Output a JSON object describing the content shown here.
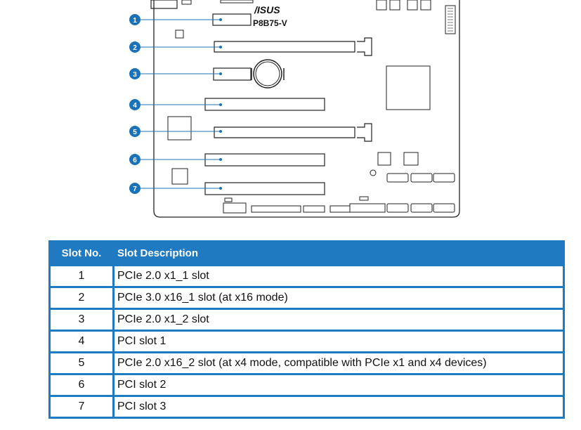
{
  "board": {
    "brand": "/ISUS",
    "model": "P8B75-V"
  },
  "callouts": [
    "1",
    "2",
    "3",
    "4",
    "5",
    "6",
    "7"
  ],
  "table": {
    "headers": [
      "Slot No.",
      "Slot Description"
    ],
    "rows": [
      {
        "no": "1",
        "desc": "PCIe 2.0 x1_1 slot"
      },
      {
        "no": "2",
        "desc": "PCIe 3.0 x16_1 slot (at x16 mode)"
      },
      {
        "no": "3",
        "desc": "PCIe 2.0 x1_2 slot"
      },
      {
        "no": "4",
        "desc": "PCI slot 1"
      },
      {
        "no": "5",
        "desc": "PCIe 2.0 x16_2 slot (at x4 mode, compatible with PCIe x1 and x4 devices)"
      },
      {
        "no": "6",
        "desc": "PCI slot 2"
      },
      {
        "no": "7",
        "desc": "PCI slot 3"
      }
    ]
  },
  "colors": {
    "accent": "#1f7ac1",
    "callout": "#1a73b8"
  }
}
